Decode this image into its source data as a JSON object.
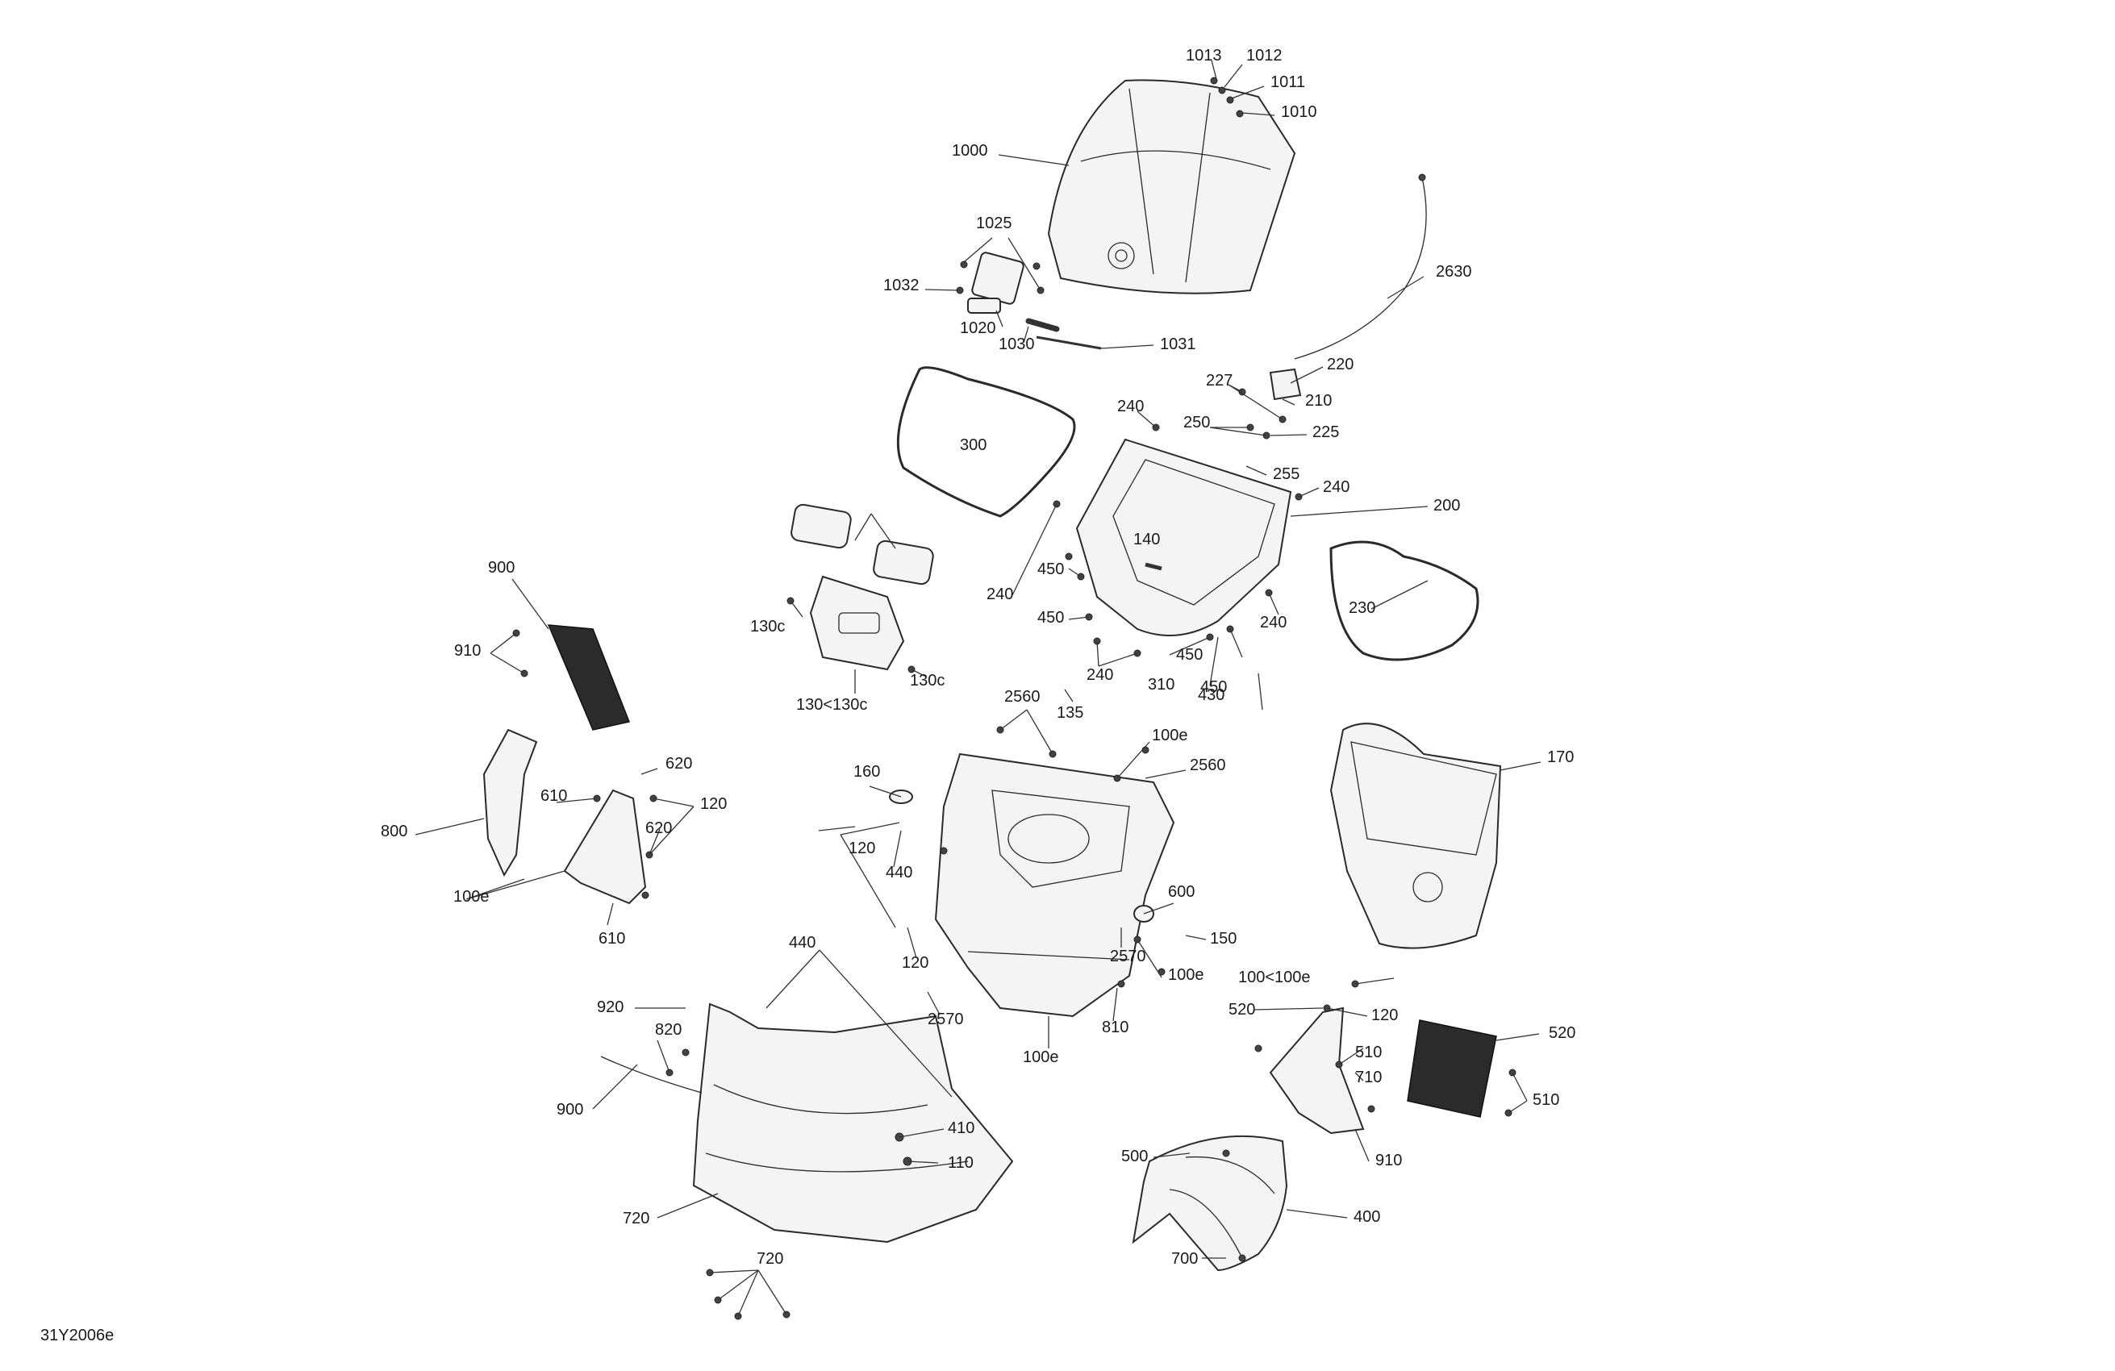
{
  "figure_code": "31Y2006e",
  "callouts": [
    "1013",
    "1012",
    "1011",
    "1010",
    "1000",
    "1025",
    "1032",
    "1020",
    "1030",
    "1031",
    "2630",
    "220",
    "227",
    "210",
    "240",
    "250",
    "225",
    "300",
    "255",
    "240",
    "200",
    "140",
    "310",
    "240",
    "450",
    "450",
    "240",
    "240",
    "450",
    "450",
    "230",
    "130c",
    "130c",
    "130<130c",
    "900",
    "910",
    "2560",
    "135",
    "100e",
    "160",
    "2560",
    "170",
    "620",
    "610",
    "120",
    "800",
    "620",
    "120",
    "440",
    "100e",
    "610",
    "600",
    "150",
    "100e",
    "120",
    "2570",
    "440",
    "920",
    "820",
    "810",
    "2570",
    "100e",
    "100<100e",
    "520",
    "120",
    "510",
    "520",
    "900",
    "410",
    "710",
    "110",
    "510",
    "910",
    "500",
    "720",
    "400",
    "700",
    "720",
    "430",
    "240"
  ]
}
